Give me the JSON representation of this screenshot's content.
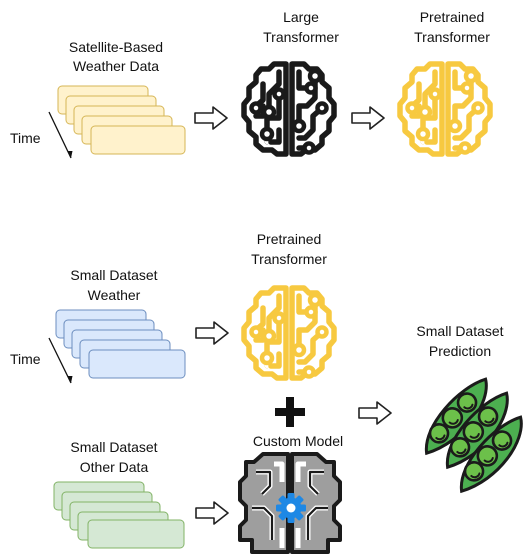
{
  "labels": {
    "satellite_line1": "Satellite-Based",
    "satellite_line2": "Weather Data",
    "time_top": "Time",
    "large_line1": "Large",
    "large_line2": "Transformer",
    "pretrained_top_line1": "Pretrained",
    "pretrained_top_line2": "Transformer",
    "small_weather_line1": "Small Dataset",
    "small_weather_line2": "Weather",
    "time_bottom": "Time",
    "pretrained_mid_line1": "Pretrained",
    "pretrained_mid_line2": "Transformer",
    "custom_model": "Custom Model",
    "small_other_line1": "Small Dataset",
    "small_other_line2": "Other Data",
    "prediction_line1": "Small Dataset",
    "prediction_line2": "Prediction"
  },
  "icons": {
    "stack_satellite": "data-stack-icon",
    "brain_large": "circuit-brain-icon",
    "brain_pretrained": "circuit-brain-icon",
    "plus": "plus-icon",
    "gear_brain": "gear-brain-icon",
    "pea_pods": "pea-pod-icon"
  },
  "colors": {
    "stack_yellow_fill": "#fff2cc",
    "stack_yellow_stroke": "#d6b656",
    "stack_blue_fill": "#dae8fc",
    "stack_blue_stroke": "#6c8ebf",
    "stack_green_fill": "#d5e8d4",
    "stack_green_stroke": "#82b366",
    "brain_black": "#1a1a1a",
    "brain_yellow": "#f7c940",
    "gear_blue": "#1e88e5",
    "pod_green": "#4caf50",
    "pod_dark": "#2e7d32"
  }
}
